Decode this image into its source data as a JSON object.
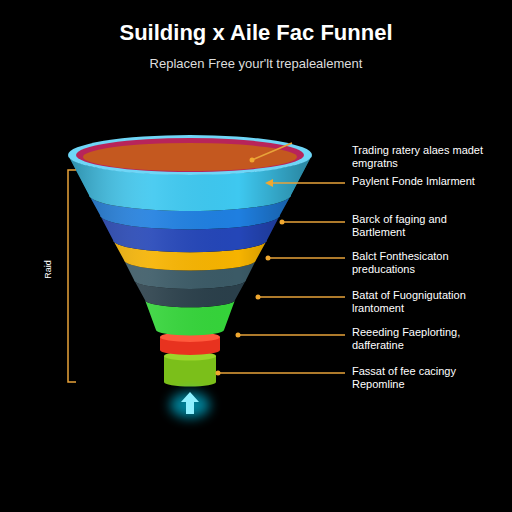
{
  "diagram": {
    "title": "Suilding x Aile Fac Funnel",
    "labels": [
      "Replacen Free your'lt trepalealement",
      "Trading ratery alaes madet emgratns",
      "Paylent Fonde Imlarment",
      "Barck of faging and Bartlement",
      "Balct Fonthesicaton preducations",
      "Batat of Fuognigutation lrantoment",
      "Reeeding Faeplorting, dafferatine",
      "Fassat of fee cacingy Repomline",
      "Raid"
    ]
  }
}
